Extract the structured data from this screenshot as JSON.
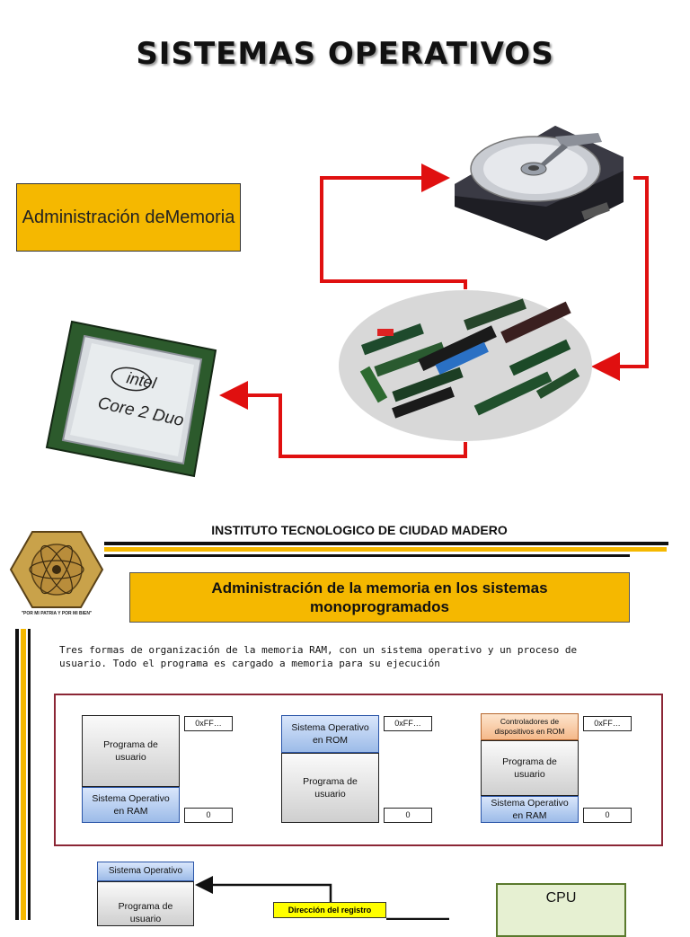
{
  "slide1": {
    "title": "SISTEMAS OPERATIVOS",
    "topic_line1": "Administración de",
    "topic_line2": "Memoria",
    "cpu_chip": {
      "brand": "intel",
      "model": "Core 2 Duo"
    },
    "colors": {
      "arrow": "#e01010",
      "topic_bg": "#f5b800"
    }
  },
  "slide2": {
    "institute": "INSTITUTO TECNOLOGICO DE CIUDAD MADERO",
    "logo_motto": "\"POR MI PATRIA Y POR MI BIEN\"",
    "section_title_line1": "Administración de la memoria en los sistemas",
    "section_title_line2": "monoprogramados",
    "intro_line1": "Tres formas de organización de la memoria RAM, con un sistema operativo y un proceso de",
    "intro_line2": "usuario. Todo el programa es cargado a memoria para su ejecución",
    "addr_top": "0xFF…",
    "addr_bottom": "0",
    "program_l1": "Programa de",
    "program_l2": "usuario",
    "so_ram_l1": "Sistema Operativo",
    "so_ram_l2": "en RAM",
    "so_rom_l1": "Sistema Operativo",
    "so_rom_l2": "en ROM",
    "drivers_l1": "Controladores de",
    "drivers_l2": "dispositivos en ROM",
    "bottom_so": "Sistema Operativo",
    "bottom_program_l1": "Programa de",
    "bottom_program_l2": "usuario",
    "direction_label": "Dirección del registro",
    "cpu_label": "CPU",
    "colors": {
      "frame": "#8b2635",
      "stripe_yellow": "#f5b800",
      "stripe_black": "#111111"
    }
  }
}
